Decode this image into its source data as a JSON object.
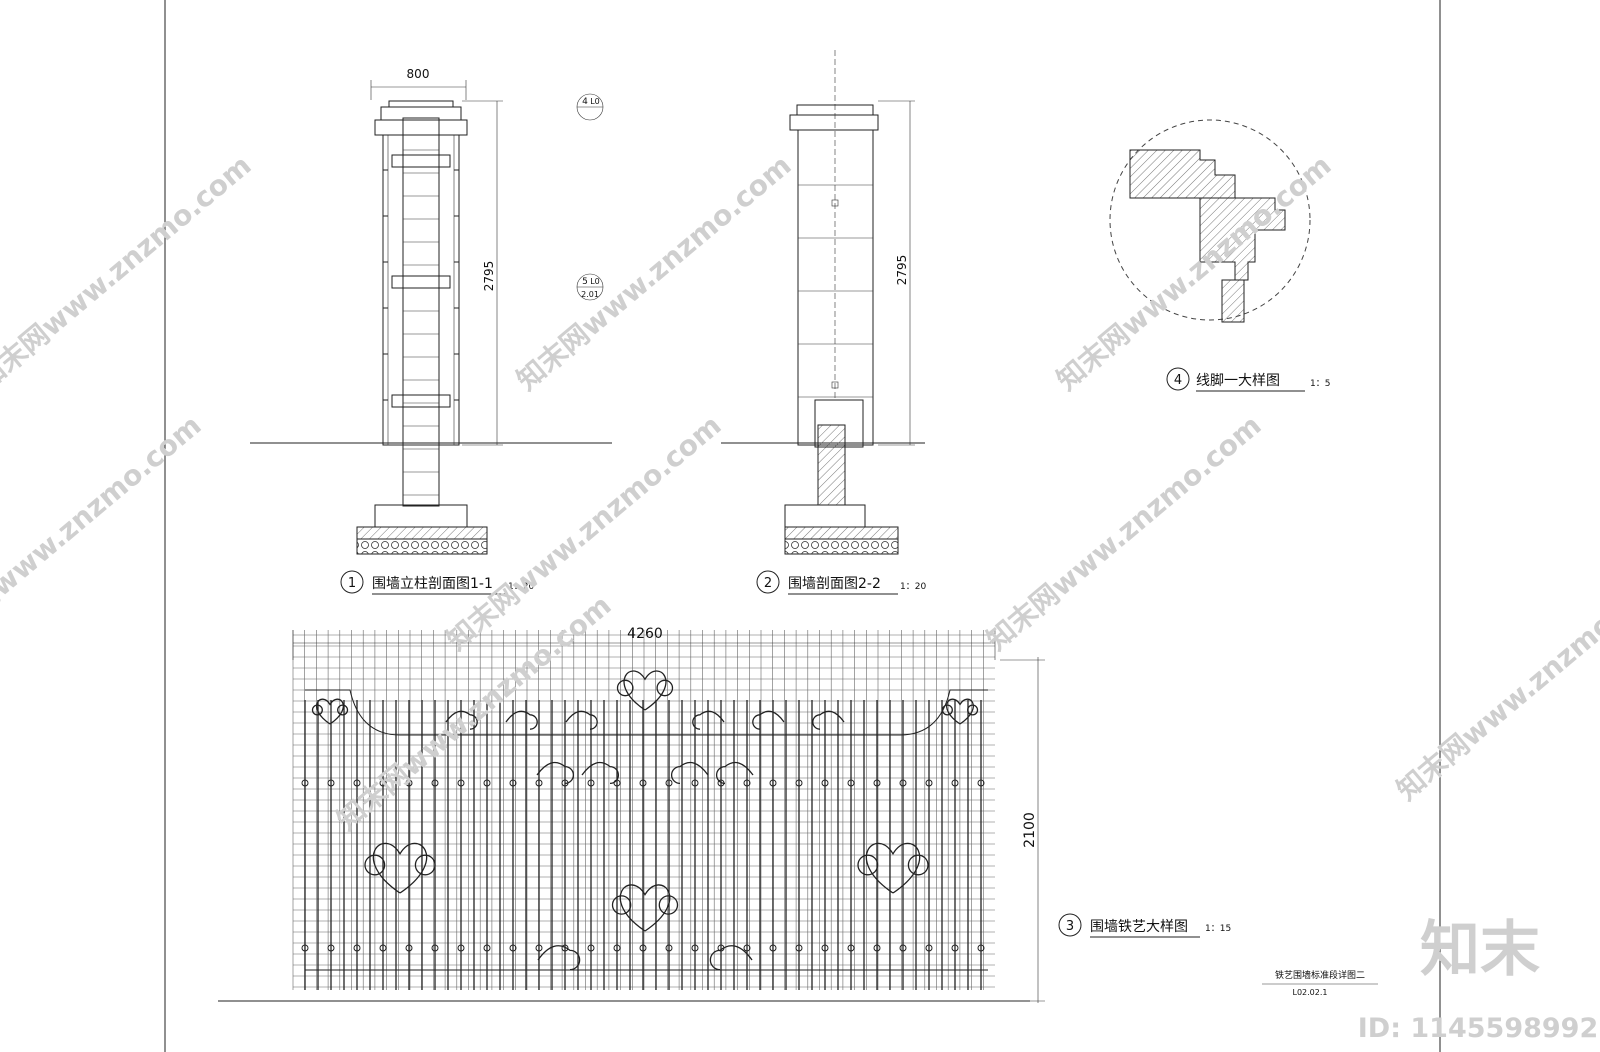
{
  "sheet": {
    "title_block_name": "铁艺围墙标准段详图二",
    "title_block_code": "L02.02.1"
  },
  "views": [
    {
      "number": "1",
      "title": "围墙立柱剖面图1-1",
      "scale": "1：20",
      "dim_width": "800",
      "dim_height": "2795",
      "callout_a": "4",
      "callout_a_sub": "L0",
      "callout_b": "5",
      "callout_b_sub": "L0",
      "callout_b_sheet": "2.01"
    },
    {
      "number": "2",
      "title": "围墙剖面图2-2",
      "scale": "1：20",
      "dim_height": "2795"
    },
    {
      "number": "3",
      "title": "围墙铁艺大样图",
      "scale": "1：15",
      "dim_width": "4260",
      "dim_height": "2100"
    },
    {
      "number": "4",
      "title": "线脚一大样图",
      "scale": "1：5"
    }
  ],
  "watermark": {
    "site": "知末网www.znzmo.com",
    "brand": "知末",
    "id_label": "ID: 1145598992"
  },
  "colors": {
    "line": "#222222",
    "watermark": "#cfcfcf",
    "paper": "#ffffff"
  }
}
